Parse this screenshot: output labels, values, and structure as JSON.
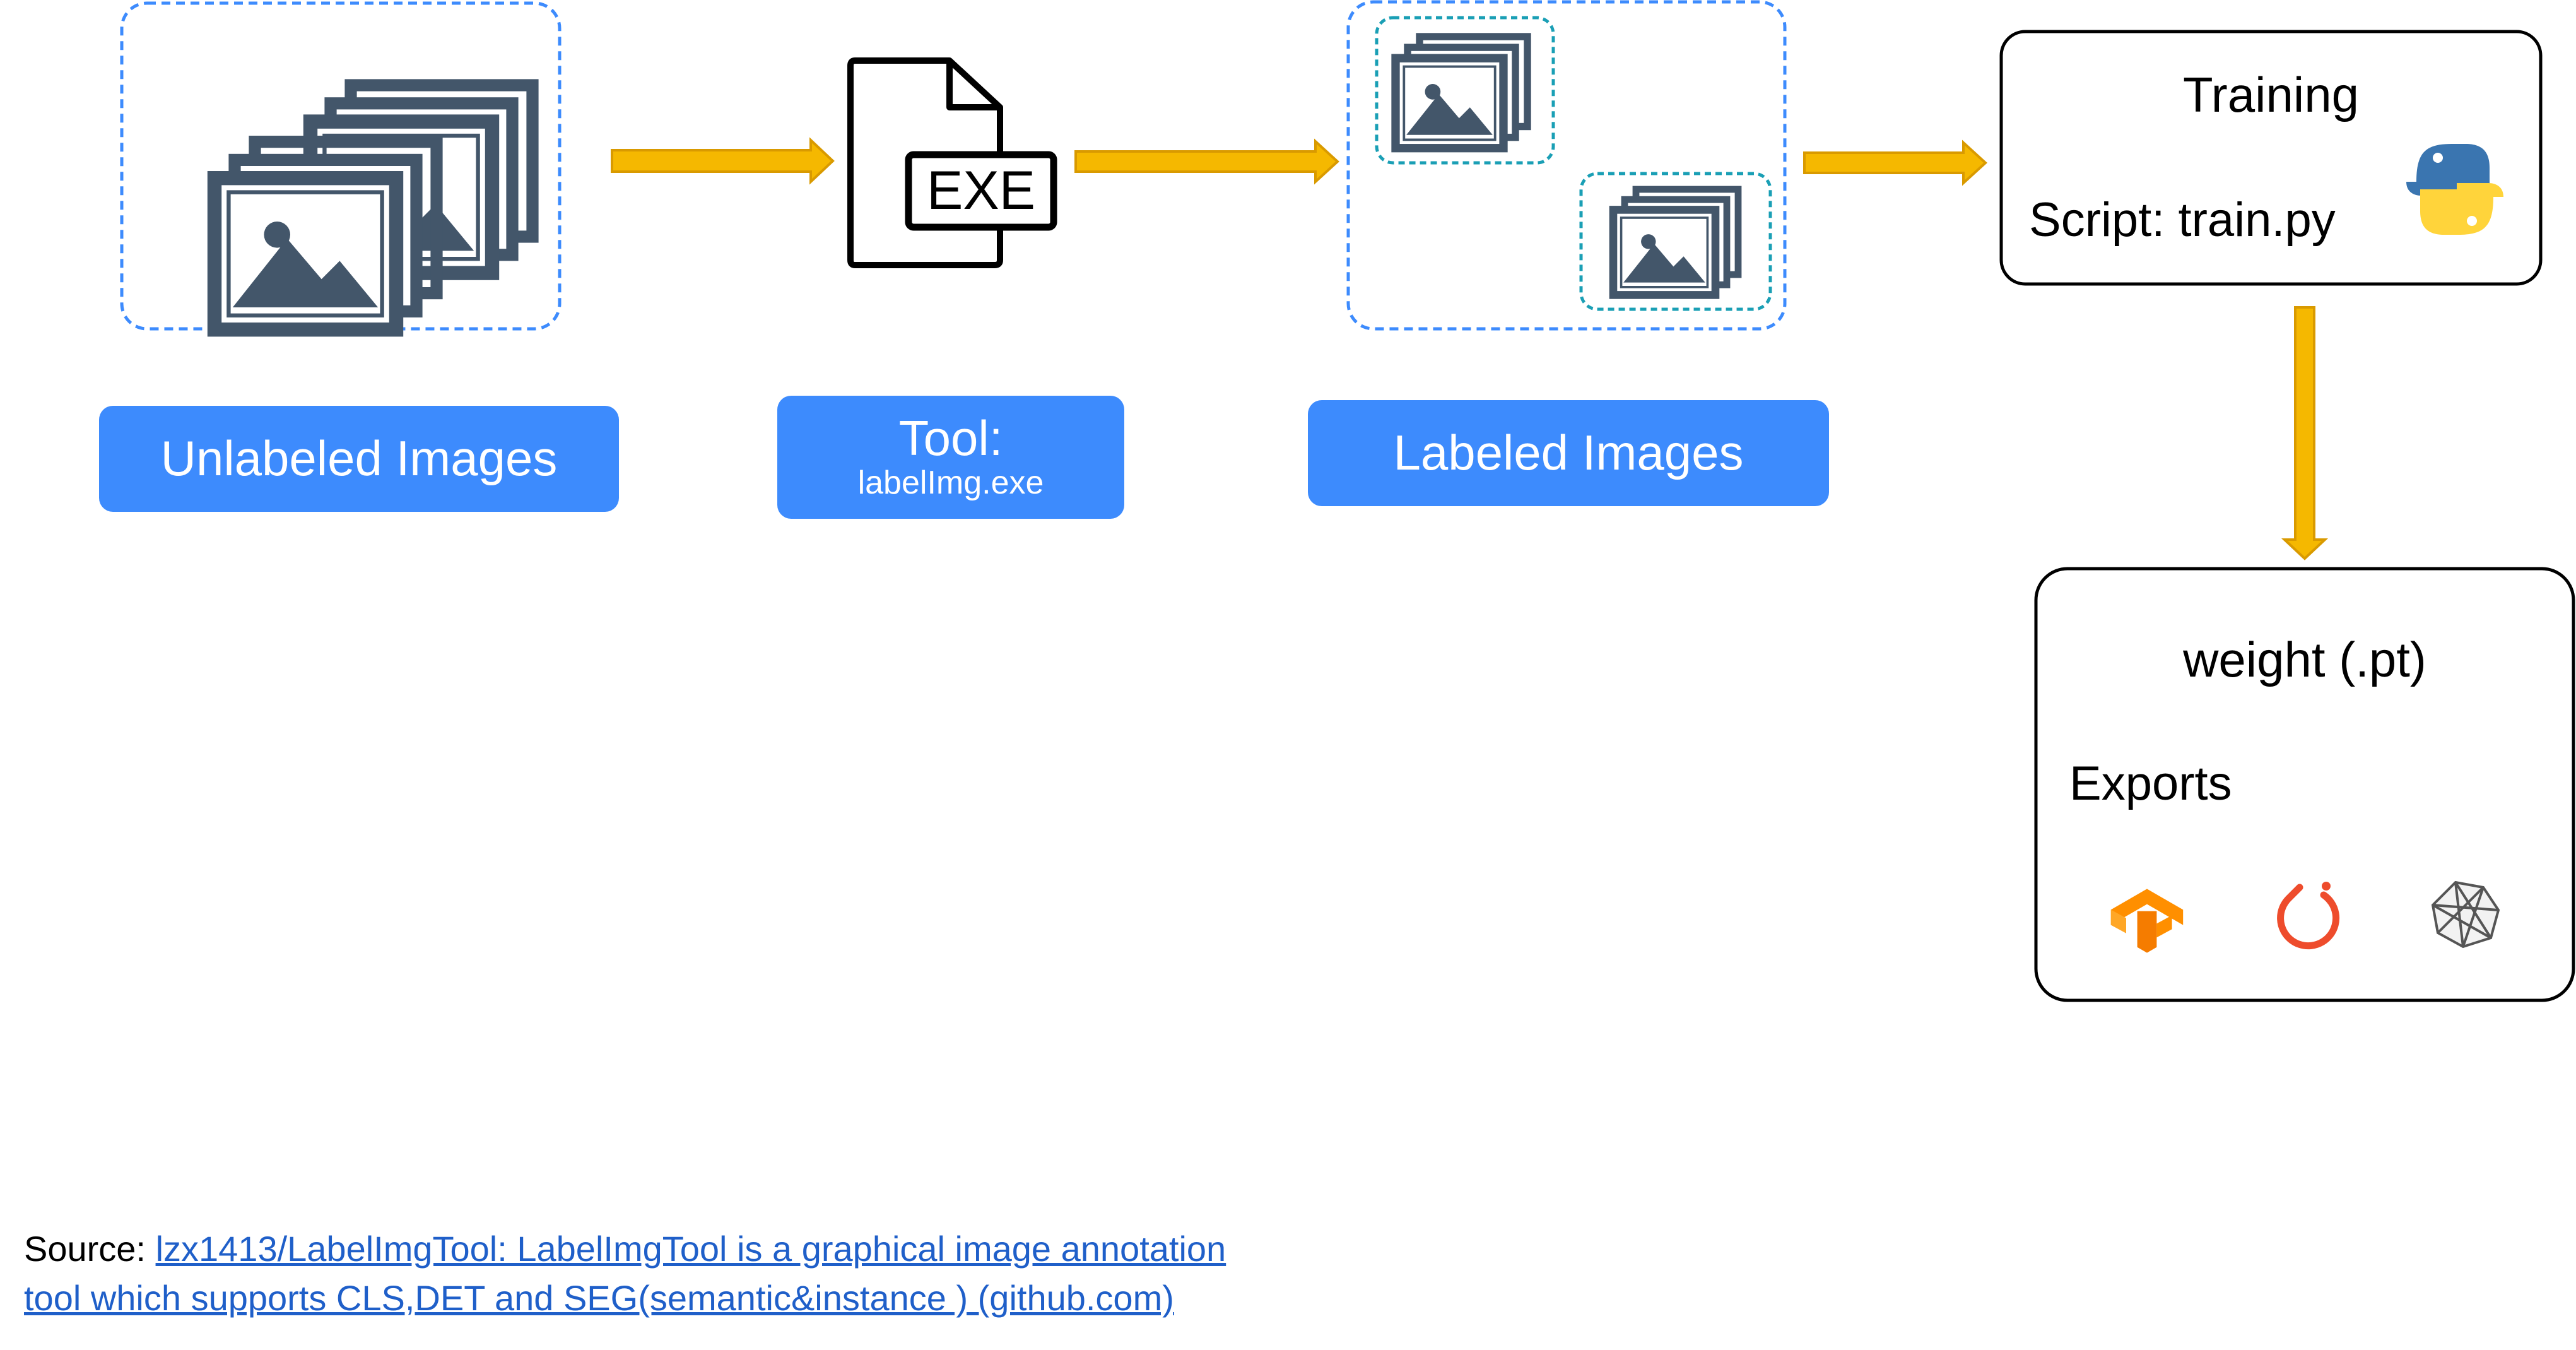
{
  "colors": {
    "accent_blue": "#3d8bfd",
    "arrow_gold": "#f5b800",
    "arrow_outline": "#d99a00",
    "dashed_blue": "#3d8bfd",
    "dashed_teal": "#1a9fb5",
    "icon_slate": "#43566a",
    "link": "#1f5fc9"
  },
  "steps": {
    "unlabeled": {
      "label": "Unlabeled Images",
      "icon": "image-stack-icon"
    },
    "tool": {
      "title": "Tool:",
      "subtitle": "labelImg.exe",
      "icon": "exe-file-icon",
      "file_text": "EXE"
    },
    "labeled": {
      "label": "Labeled Images",
      "icon": "image-stack-icon"
    },
    "training": {
      "title": "Training",
      "script_text": "Script: train.py",
      "icon": "python-icon"
    },
    "weights": {
      "title": "weight (.pt)",
      "exports_label": "Exports",
      "export_icons": [
        "tensorflow-icon",
        "pytorch-icon",
        "onnx-icon"
      ]
    }
  },
  "source": {
    "prefix": "Source: ",
    "link_line1": "lzx1413/LabelImgTool: LabelImgTool is a graphical image annotation",
    "link_line2": "tool which supports CLS,DET and SEG(semantic&instance ) (github.com)"
  }
}
